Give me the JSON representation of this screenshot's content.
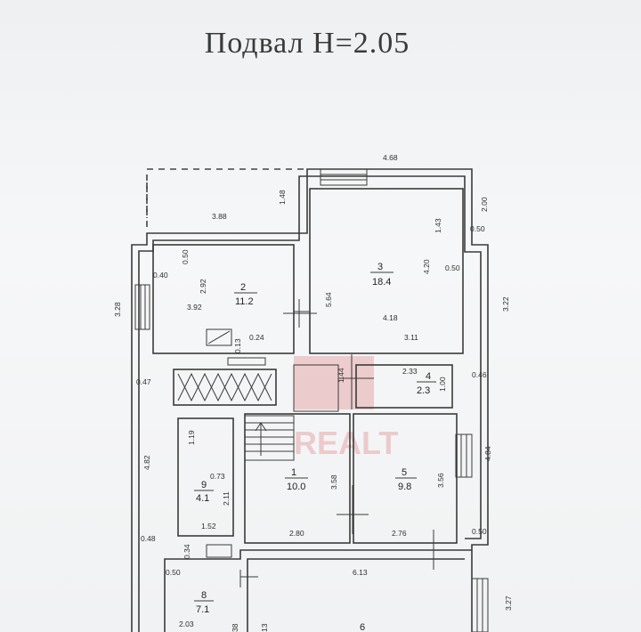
{
  "title": "Подвал  H=2.05",
  "watermark": "REALT",
  "rooms": [
    {
      "number": "1",
      "area": "10.0"
    },
    {
      "number": "2",
      "area": "11.2"
    },
    {
      "number": "3",
      "area": "18.4"
    },
    {
      "number": "4",
      "area": "2.3"
    },
    {
      "number": "5",
      "area": "9.8"
    },
    {
      "number": "6",
      "area": ""
    },
    {
      "number": "8",
      "area": "7.1"
    },
    {
      "number": "9",
      "area": "4.1"
    }
  ],
  "dimensions": {
    "d468": "4.68",
    "d148": "1.48",
    "d388": "3.88",
    "d200": "2.00",
    "d143": "1.43",
    "d050a": "0.50",
    "d050b": "0.50",
    "d050c": "0.50",
    "d050d": "0.50",
    "d050e": "0.50",
    "d040": "0.40",
    "d292": "2.92",
    "d392": "3.92",
    "d420": "4.20",
    "d328": "3.28",
    "d564": "5.64",
    "d322": "3.22",
    "d418": "4.18",
    "d311": "3.11",
    "d024": "0.24",
    "d013": "0.13",
    "d047": "0.47",
    "d144": "1.44",
    "d233": "2.33",
    "d100": "1.00",
    "d046": "0.46",
    "d119": "1.19",
    "d073": "0.73",
    "d211": "2.11",
    "d358": "3.58",
    "d356": "3.56",
    "d484": "4.84",
    "d482": "4.82",
    "d152": "1.52",
    "d280": "2.80",
    "d276": "2.76",
    "d048": "0.48",
    "d034": "0.34",
    "d613": "6.13",
    "d327": "3.27",
    "d203": "2.03",
    "d38": "38",
    "d13": "13"
  }
}
